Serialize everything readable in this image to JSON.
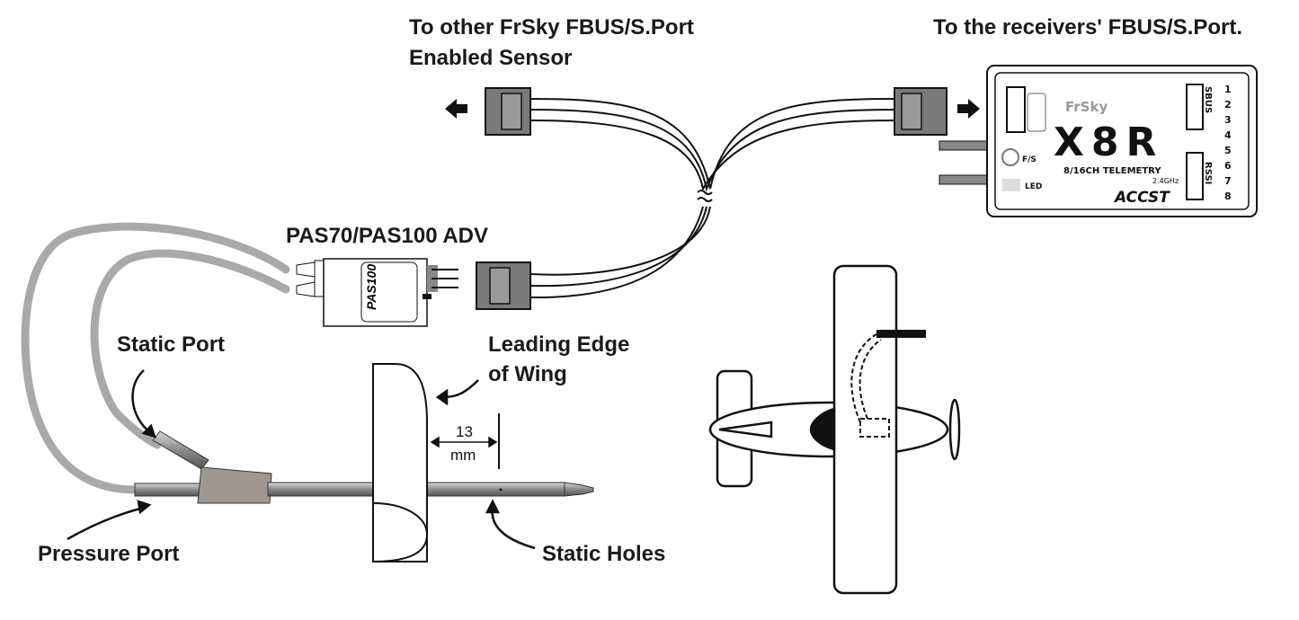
{
  "labels": {
    "other_sensor_line1": "To other FrSky FBUS/S.Port",
    "other_sensor_line2": "Enabled Sensor",
    "receiver_port": "To the receivers' FBUS/S.Port.",
    "sensor_name": "PAS70/PAS100 ADV",
    "static_port": "Static Port",
    "leading_edge_line1": "Leading Edge",
    "leading_edge_line2": "of Wing",
    "distance_value": "13",
    "distance_unit": "mm",
    "pressure_port": "Pressure Port",
    "static_holes": "Static Holes"
  },
  "receiver": {
    "brand": "FrSky",
    "model": "X8R",
    "subtitle": "8/16CH TELEMETRY",
    "band": "2.4GHz",
    "protocol": "ACCST",
    "fs_label": "F/S",
    "led_label": "LED",
    "sbus_label": "SBUS",
    "rssi_label": "RSSI",
    "channels": [
      "1",
      "2",
      "3",
      "4",
      "5",
      "6",
      "7",
      "8"
    ]
  },
  "sensor_device": {
    "model_text": "PAS100"
  },
  "colors": {
    "tube": "#a9a9a9",
    "connector": "#7a7a7a",
    "probe": "#9a9a9a",
    "outline": "#111111"
  }
}
